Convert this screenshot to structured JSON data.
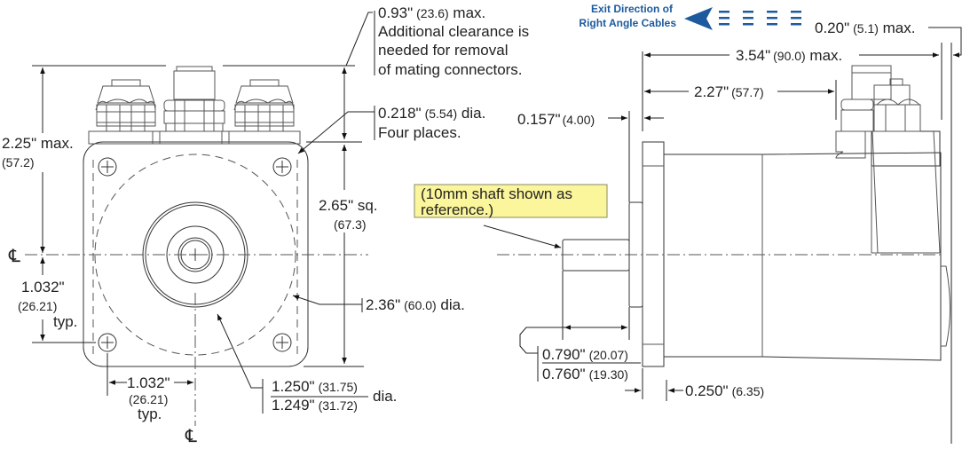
{
  "title": "Motor dimensional drawing — front and side views",
  "colors": {
    "line": "#333333",
    "accent": "#1d5a9e",
    "note_bg": "#fbf59b"
  },
  "exit_direction": {
    "line1": "Exit Direction of",
    "line2": "Right Angle Cables",
    "icon": "left-arrow-icon"
  },
  "centerline_symbol": "℄",
  "front_view": {
    "overall_height": {
      "imperial": "2.25\" max.",
      "metric": "(57.2)"
    },
    "connector_clearance": {
      "imperial": "0.93\"",
      "metric": "(23.6)",
      "suffix": " max.",
      "line2": "Additional clearance is",
      "line3": "needed for removal",
      "line4": "of mating connectors."
    },
    "mount_holes": {
      "imperial": "0.218\"",
      "metric": "(5.54)",
      "suffix": " dia.",
      "line2": "Four places."
    },
    "flange_square": {
      "imperial": "2.65\" sq.",
      "metric": "(67.3)"
    },
    "bolt_circle": {
      "imperial": "2.36\"",
      "metric": "(60.0)",
      "suffix": " dia."
    },
    "hole_offset_vertical": {
      "imperial": "1.032\"",
      "metric": "(26.21)",
      "note": "typ."
    },
    "hole_offset_horizontal": {
      "imperial": "1.032\"",
      "metric": "(26.21)",
      "note": "typ."
    },
    "pilot_diameter": {
      "upper_imperial": "1.250\"",
      "upper_metric": "(31.75)",
      "lower_imperial": "1.249\"",
      "lower_metric": "(31.72)",
      "suffix": "dia."
    }
  },
  "side_view": {
    "shaft_note": {
      "line1": "(10mm shaft shown as",
      "line2": "reference.)"
    },
    "pilot_depth": {
      "imperial": "0.157\"",
      "metric": "(4.00)"
    },
    "overall_length": {
      "imperial": "3.54\"",
      "metric": "(90.0)",
      "suffix": " max."
    },
    "connector_offset": {
      "imperial": "2.27\"",
      "metric": "(57.7)"
    },
    "rear_extension": {
      "imperial": "0.20\"",
      "metric": "(5.1)",
      "suffix": " max."
    },
    "shaft_length": {
      "upper_imperial": "0.790\"",
      "upper_metric": "(20.07)",
      "lower_imperial": "0.760\"",
      "lower_metric": "(19.30)"
    },
    "flange_thickness": {
      "imperial": "0.250\"",
      "metric": "(6.35)"
    }
  }
}
